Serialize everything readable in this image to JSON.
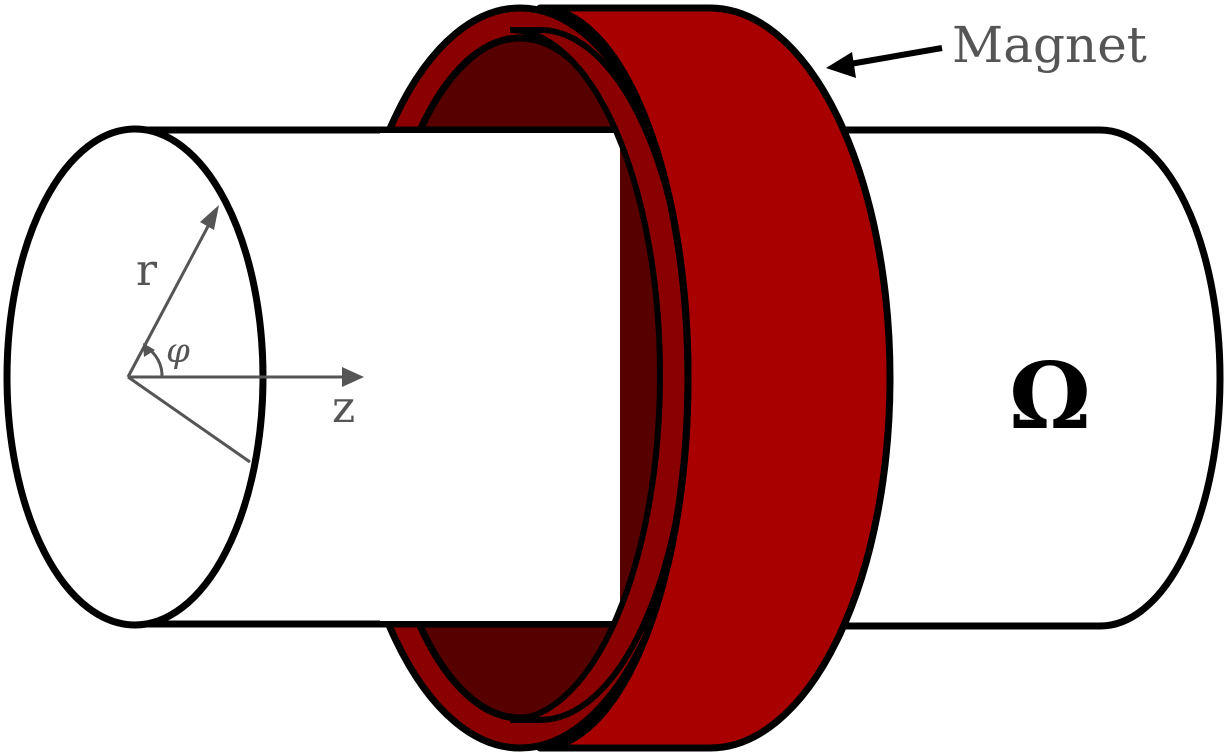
{
  "labels": {
    "magnet": "Magnet",
    "r": "r",
    "phi": "φ",
    "z": "z",
    "domain": "Ω"
  },
  "colors": {
    "magnet_face": "#a80000",
    "magnet_inner_ring": "#8a0000",
    "magnet_interior": "#560000",
    "outline": "#000000",
    "axes": "#555555",
    "cylinder_fill": "#ffffff"
  }
}
